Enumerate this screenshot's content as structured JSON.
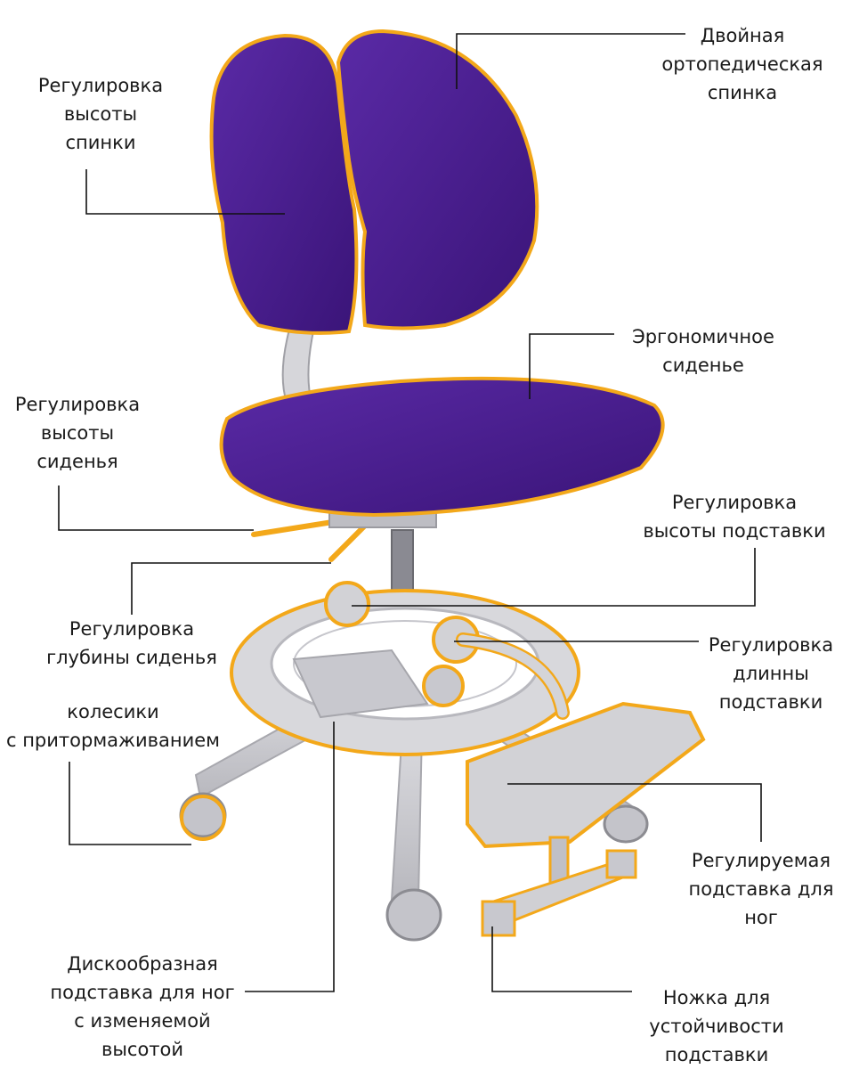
{
  "colors": {
    "upholstery": "#4a1f8f",
    "upholstery_dark": "#2f1160",
    "highlight_outline": "#f3a81a",
    "frame_gray": "#cfcfd3",
    "frame_dark": "#9a9aa0",
    "leader_line": "#111111"
  },
  "callouts": [
    {
      "id": "backrest-height-adjustment",
      "lines": [
        "Регулировка",
        "высоты",
        "спинки"
      ]
    },
    {
      "id": "double-orthopedic-backrest",
      "lines": [
        "Двойная",
        "ортопедическая",
        "спинка"
      ]
    },
    {
      "id": "ergonomic-seat",
      "lines": [
        "Эргономичное",
        "сиденье"
      ]
    },
    {
      "id": "seat-height-adjustment",
      "lines": [
        "Регулировка",
        "высоты",
        "сиденья"
      ]
    },
    {
      "id": "stand-height-adjustment",
      "lines": [
        "Регулировка",
        "высоты подставки"
      ]
    },
    {
      "id": "seat-depth-adjustment",
      "lines": [
        "Регулировка",
        "глубины сиденья"
      ]
    },
    {
      "id": "stand-length-adjustment",
      "lines": [
        "Регулировка",
        "длинны",
        "подставки"
      ]
    },
    {
      "id": "braking-wheels",
      "lines": [
        "колесики",
        "с притормаживанием"
      ]
    },
    {
      "id": "adjustable-footrest",
      "lines": [
        "Регулируемая",
        "подставка для",
        "ног"
      ]
    },
    {
      "id": "disc-footrest",
      "lines": [
        "Дискообразная",
        "подставка для ног",
        "с изменяемой",
        "высотой"
      ]
    },
    {
      "id": "stability-leg",
      "lines": [
        "Ножка для",
        "устойчивости",
        "подставки"
      ]
    }
  ]
}
